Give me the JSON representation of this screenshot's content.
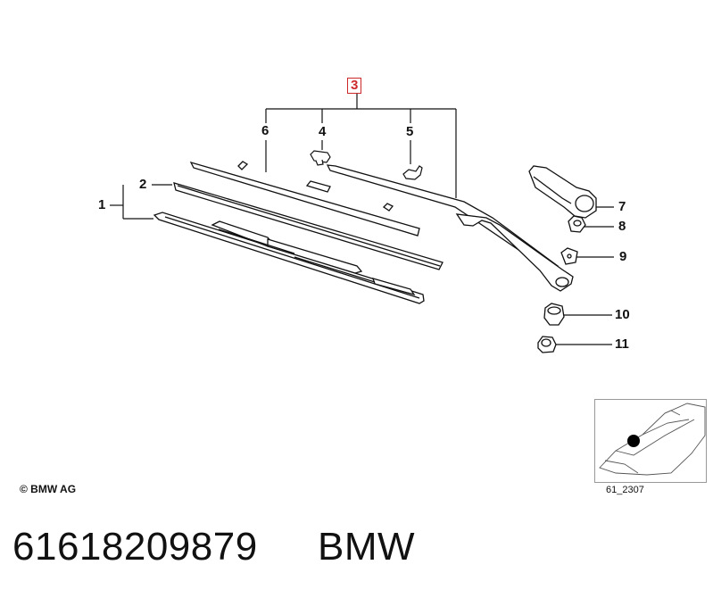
{
  "callouts": {
    "c1": "1",
    "c2": "2",
    "c3": "3",
    "c4": "4",
    "c5": "5",
    "c6": "6",
    "c7": "7",
    "c8": "8",
    "c9": "9",
    "c10": "10",
    "c11": "11"
  },
  "copyright": "© BMW AG",
  "thumbnail_code": "61_2307",
  "part_number": "61618209879",
  "brand": "BMW",
  "colors": {
    "highlight": "#cc2a2a",
    "lines": "#111111"
  },
  "icons": {
    "thumbnail": "car-locator-icon"
  }
}
